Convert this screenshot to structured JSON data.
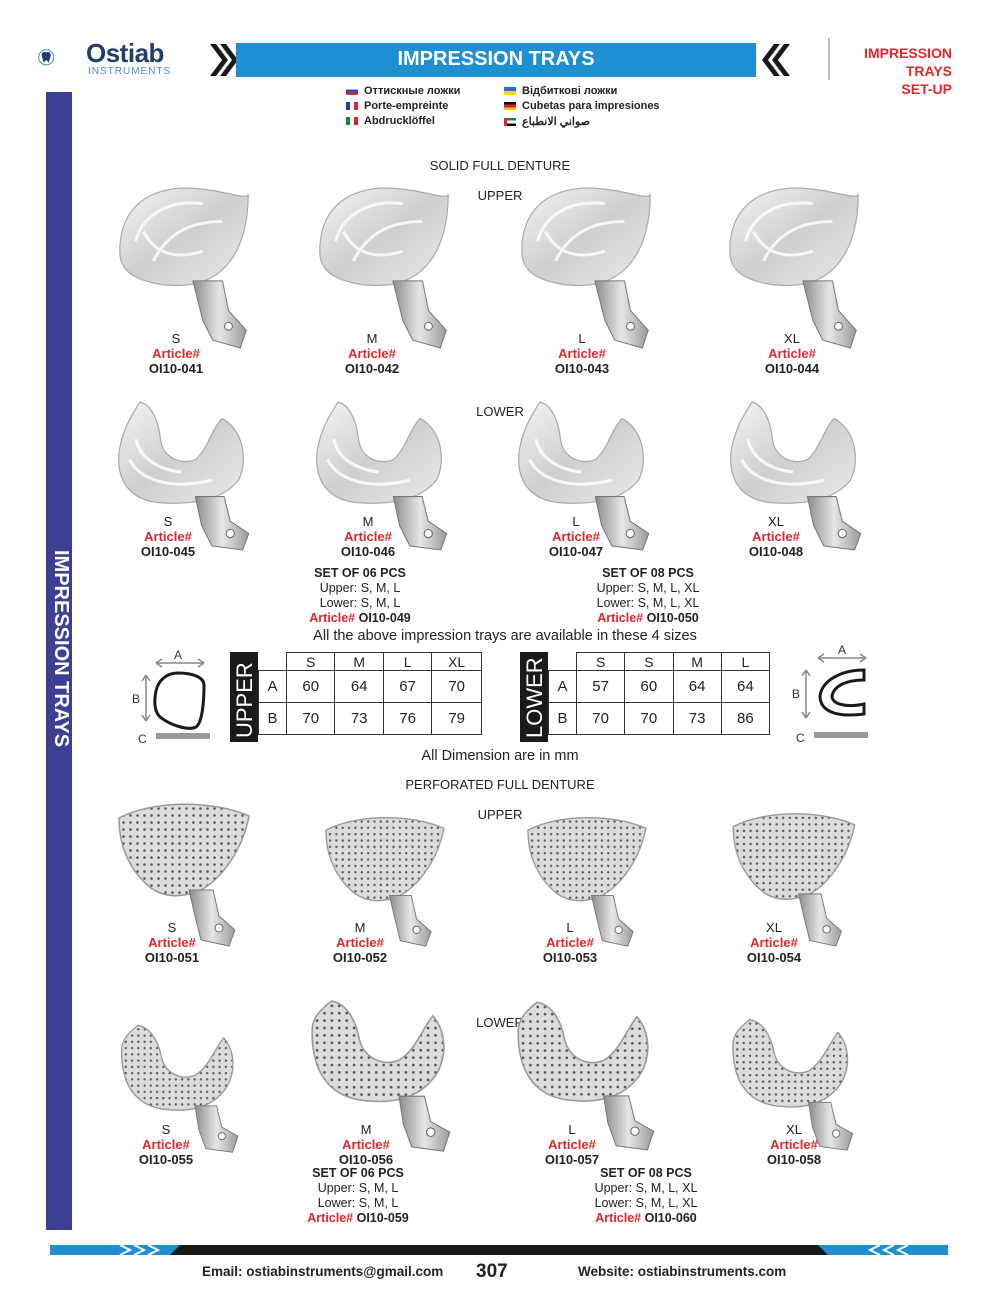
{
  "brand": {
    "name": "Ostiab",
    "sub": "INSTRUMENTS"
  },
  "header": {
    "title": "IMPRESSION TRAYS",
    "right_line1": "IMPRESSION TRAYS",
    "right_line2": "SET-UP"
  },
  "sidebar": {
    "label": "IMPRESSION TRAYS"
  },
  "languages": [
    {
      "text": "Оттискные ложки",
      "flag": "ru"
    },
    {
      "text": "Porte-empreinte",
      "flag": "fr"
    },
    {
      "text": "Abdrucklöffel",
      "flag": "it"
    },
    {
      "text": "Відбиткові ложки",
      "flag": "ua"
    },
    {
      "text": "Cubetas para impresiones",
      "flag": "de"
    },
    {
      "text": "صواني الانطباع",
      "flag": "ae"
    }
  ],
  "solid": {
    "heading": "SOLID FULL DENTURE",
    "upper_label": "UPPER",
    "lower_label": "LOWER",
    "upper_items": [
      {
        "size": "S",
        "article": "Article#",
        "code": "OI10-041"
      },
      {
        "size": "M",
        "article": "Article#",
        "code": "OI10-042"
      },
      {
        "size": "L",
        "article": "Article#",
        "code": "OI10-043"
      },
      {
        "size": "XL",
        "article": "Article#",
        "code": "OI10-044"
      }
    ],
    "lower_items": [
      {
        "size": "S",
        "article": "Article#",
        "code": "OI10-045"
      },
      {
        "size": "M",
        "article": "Article#",
        "code": "OI10-046"
      },
      {
        "size": "L",
        "article": "Article#",
        "code": "OI10-047"
      },
      {
        "size": "XL",
        "article": "Article#",
        "code": "OI10-048"
      }
    ],
    "set6": {
      "title": "SET OF 06 PCS",
      "upper": "Upper: S, M, L",
      "lower": "Lower: S, M, L",
      "article": "Article#",
      "code": "OI10-049"
    },
    "set8": {
      "title": "SET OF 08 PCS",
      "upper": "Upper: S, M, L, XL",
      "lower": "Lower: S, M, L, XL",
      "article": "Article#",
      "code": "OI10-050"
    },
    "sizes_note": "All the above impression trays are available in these 4 sizes"
  },
  "dimensions": {
    "upper_label": "UPPER",
    "lower_label": "LOWER",
    "diagram_labels": {
      "a": "A",
      "b": "B",
      "c": "C"
    },
    "upper_table": {
      "headers": [
        "S",
        "M",
        "L",
        "XL"
      ],
      "rows": [
        {
          "label": "A",
          "values": [
            "60",
            "64",
            "67",
            "70"
          ]
        },
        {
          "label": "B",
          "values": [
            "70",
            "73",
            "76",
            "79"
          ]
        }
      ]
    },
    "lower_table": {
      "headers": [
        "S",
        "S",
        "M",
        "L"
      ],
      "rows": [
        {
          "label": "A",
          "values": [
            "57",
            "60",
            "64",
            "64"
          ]
        },
        {
          "label": "B",
          "values": [
            "70",
            "70",
            "73",
            "86"
          ]
        }
      ]
    },
    "note": "All Dimension are in mm"
  },
  "perforated": {
    "heading": "PERFORATED FULL DENTURE",
    "upper_label": "UPPER",
    "lower_label": "LOWER",
    "upper_items": [
      {
        "size": "S",
        "article": "Article#",
        "code": "OI10-051"
      },
      {
        "size": "M",
        "article": "Article#",
        "code": "OI10-052"
      },
      {
        "size": "L",
        "article": "Article#",
        "code": "OI10-053"
      },
      {
        "size": "XL",
        "article": "Article#",
        "code": "OI10-054"
      }
    ],
    "lower_items": [
      {
        "size": "S",
        "article": "Article#",
        "code": "OI10-055"
      },
      {
        "size": "M",
        "article": "Article#",
        "code": "OI10-056"
      },
      {
        "size": "L",
        "article": "Article#",
        "code": "OI10-057"
      },
      {
        "size": "XL",
        "article": "Article#",
        "code": "OI10-058"
      }
    ],
    "set6": {
      "title": "SET OF 06 PCS",
      "upper": "Upper: S, M, L",
      "lower": "Lower: S, M, L",
      "article": "Article#",
      "code": "OI10-059"
    },
    "set8": {
      "title": "SET OF 08 PCS",
      "upper": "Upper: S, M, L, XL",
      "lower": "Lower: S, M, L, XL",
      "article": "Article#",
      "code": "OI10-060"
    }
  },
  "footer": {
    "email": "Email: ostiabinstruments@gmail.com",
    "page": "307",
    "website": "Website: ostiabinstruments.com"
  },
  "colors": {
    "brand_blue": "#1f8fd4",
    "sidebar": "#3c3f93",
    "red": "#e3262e",
    "dark": "#1f3e6d"
  }
}
